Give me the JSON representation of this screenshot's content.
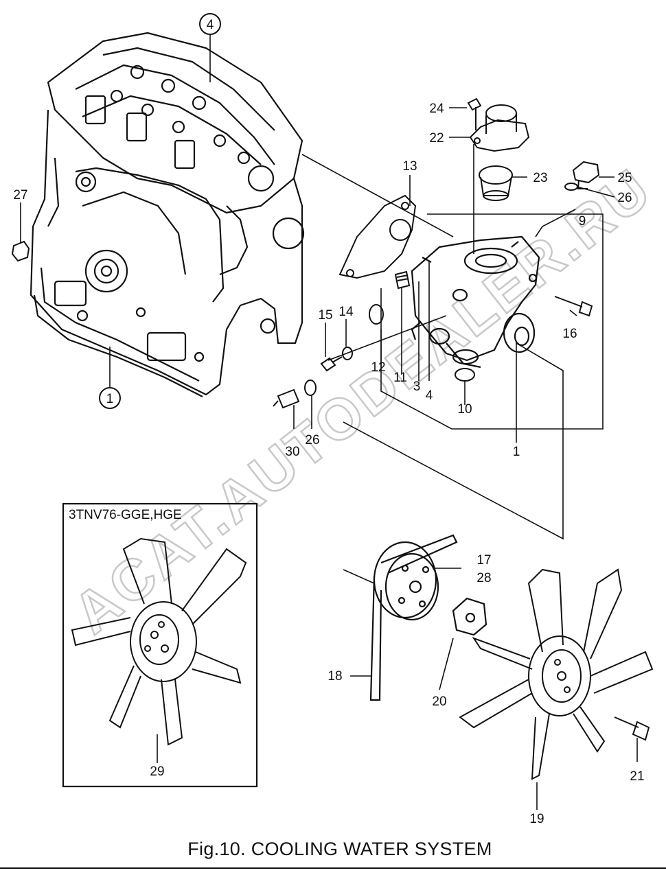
{
  "figure": {
    "caption": "Fig.10.  COOLING WATER SYSTEM",
    "variant_box_label": "3TNV76-GGE,HGE",
    "watermark": "ACAT.AUTODEALER.RU",
    "ink_color": "#111111"
  },
  "callouts": [
    "4",
    "1",
    "27",
    "13",
    "24",
    "22",
    "23",
    "25",
    "26",
    "9",
    "16",
    "15",
    "14",
    "12",
    "11",
    "3",
    "4",
    "10",
    "1",
    "30",
    "26",
    "17",
    "28",
    "18",
    "20",
    "21",
    "19",
    "29"
  ]
}
